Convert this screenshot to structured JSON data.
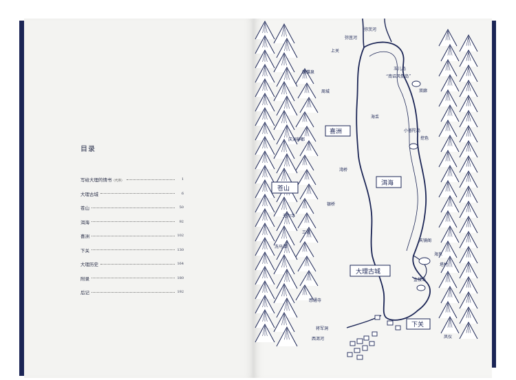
{
  "toc": {
    "title": "目录",
    "entries": [
      {
        "title": "写给大理的情书",
        "note": "（代序）",
        "page": "1"
      },
      {
        "title": "大理古城",
        "note": "",
        "page": "6"
      },
      {
        "title": "苍山",
        "note": "",
        "page": "50"
      },
      {
        "title": "洱海",
        "note": "",
        "page": "92"
      },
      {
        "title": "喜洲",
        "note": "",
        "page": "102"
      },
      {
        "title": "下关",
        "note": "",
        "page": "130"
      },
      {
        "title": "大理历史",
        "note": "",
        "page": "164"
      },
      {
        "title": "附录",
        "note": "",
        "page": "180"
      },
      {
        "title": "后记",
        "note": "",
        "page": "192"
      }
    ]
  },
  "map": {
    "boxed_labels": {
      "xizhou": "喜洲",
      "cangshan": "苍山",
      "erhai": "洱海",
      "dali_gucheng": "大理古城",
      "xiaguan": "下关"
    },
    "places": {
      "mijuhe": "弥苴河",
      "miciahe": "弥茨河",
      "shangguan": "上关",
      "yuer_dao": "玉儿岛",
      "nanzhao": "“南诏风情岛”",
      "hudie_quan": "蝴蝶泉",
      "zhoucheng": "周城",
      "shuanglang": "双廊",
      "haishe": "海舌",
      "xiaoputuo": "小普陀岛",
      "wase": "挖色",
      "qingdong_shendu": "庆洞神都",
      "wanqiao": "湾桥",
      "yinqiao": "银桥",
      "wuwei_si": "无为寺",
      "santa": "三塔",
      "tianjing_ge": "天镜阁",
      "yuxian_tan": "洗马潭",
      "haidong": "海东",
      "tacun": "塔村",
      "jinsuo_dao": "金梭岛",
      "gantong_si": "感通寺",
      "jiangjun_dong": "将军洞",
      "xierhe": "西洱河",
      "fengyi": "凤仪"
    }
  }
}
